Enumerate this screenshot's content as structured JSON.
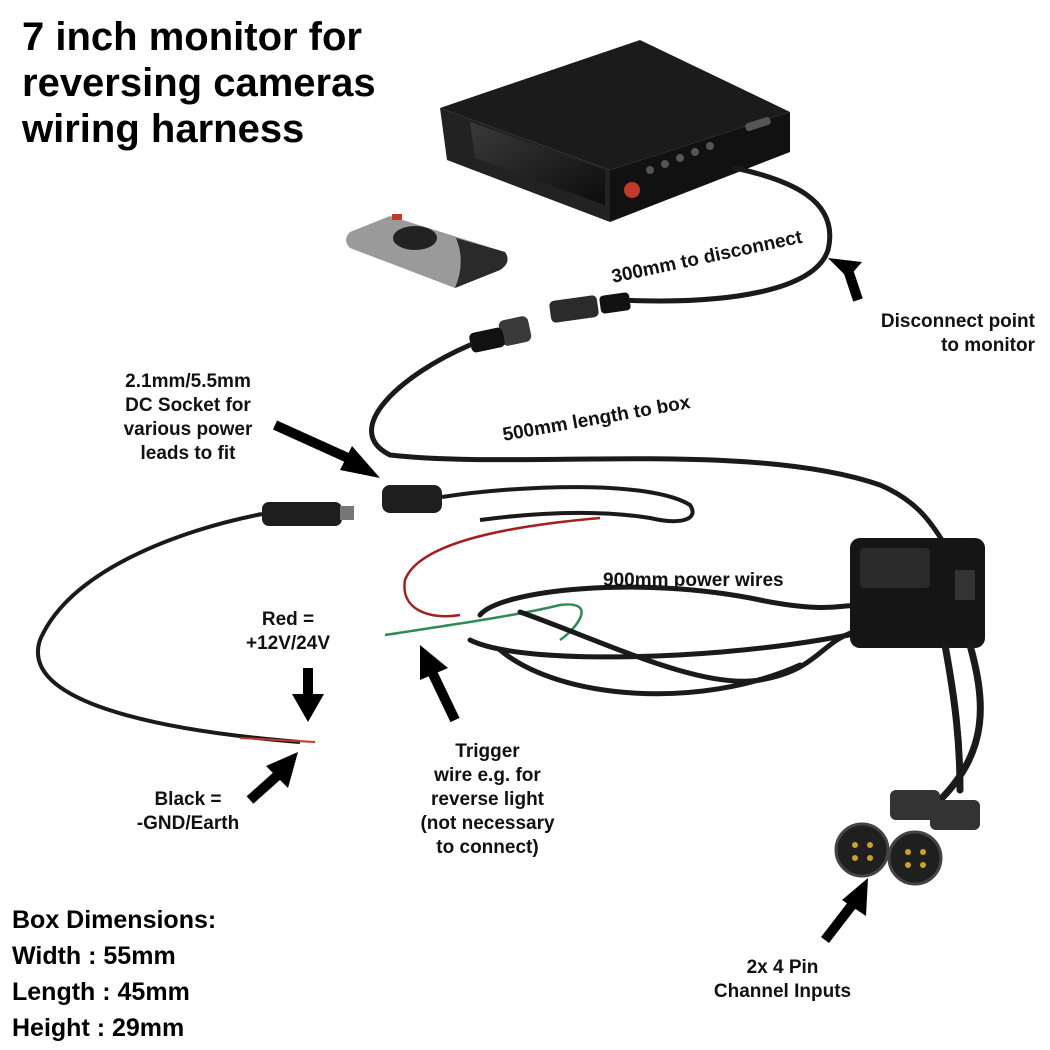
{
  "title_lines": [
    "7 inch monitor for",
    "reversing cameras",
    "wiring harness"
  ],
  "labels": {
    "disconnect_300": "300mm to disconnect",
    "disconnect_point": [
      "Disconnect point",
      "to monitor"
    ],
    "dc_socket": [
      "2.1mm/5.5mm",
      "DC Socket for",
      "various power",
      "leads to fit"
    ],
    "length_500": "500mm length to box",
    "power_900": "900mm power wires",
    "red_wire": [
      "Red =",
      "+12V/24V"
    ],
    "black_wire": [
      "Black =",
      "-GND/Earth"
    ],
    "trigger": [
      "Trigger",
      "wire e.g. for",
      "reverse light",
      "(not necessary",
      "to connect)"
    ],
    "inputs": [
      "2x 4 Pin",
      "Channel Inputs"
    ]
  },
  "box_dimensions": {
    "heading": "Box Dimensions:",
    "width": "Width : 55mm",
    "length": "Length : 45mm",
    "height": "Height : 29mm"
  },
  "colors": {
    "cable": "#1a1a1a",
    "device": "#151515",
    "red_wire": "#c0392b",
    "green_wire": "#2e8b57",
    "arrow": "#000000",
    "text": "#111111"
  }
}
